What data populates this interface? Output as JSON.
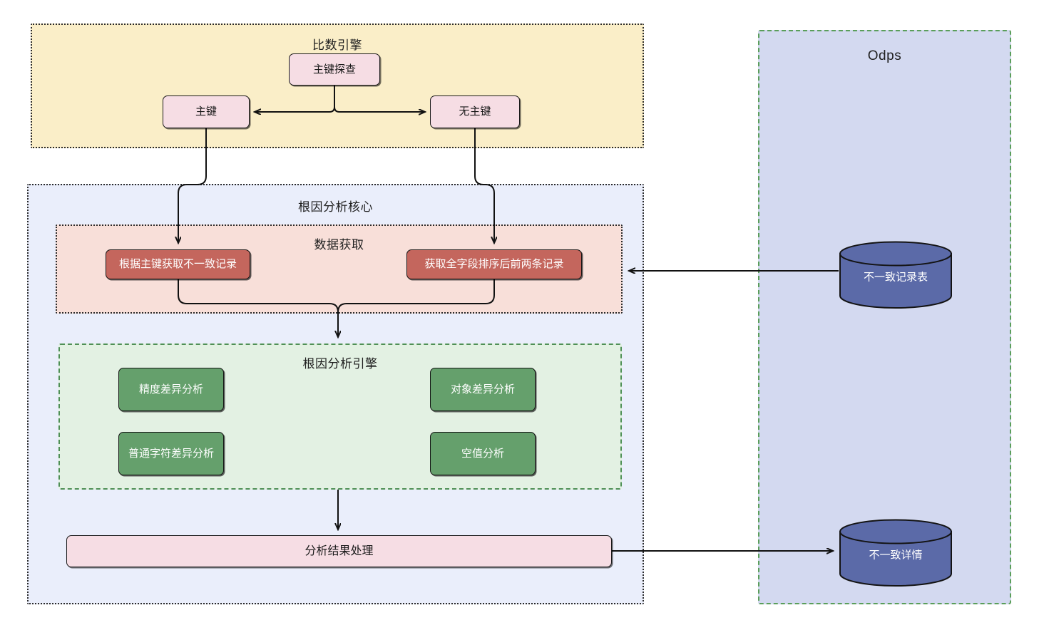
{
  "diagram": {
    "title_compare_engine": "比数引擎",
    "title_core": "根因分析核心",
    "title_fetch": "数据获取",
    "title_engine": "根因分析引擎",
    "title_odps": "Odps"
  },
  "compare_engine": {
    "nodes": [
      {
        "id": "pk-probe",
        "label": "主键探查"
      },
      {
        "id": "pk",
        "label": "主键"
      },
      {
        "id": "no-pk",
        "label": "无主键"
      }
    ]
  },
  "data_fetch": {
    "nodes": [
      {
        "id": "fetch-by-pk",
        "label": "根据主键获取不一致记录"
      },
      {
        "id": "fetch-sorted",
        "label": "获取全字段排序后前两条记录"
      }
    ]
  },
  "analysis_engine": {
    "nodes": [
      {
        "id": "precision-diff",
        "label": "精度差异分析"
      },
      {
        "id": "object-diff",
        "label": "对象差异分析"
      },
      {
        "id": "charset-diff",
        "label": "普通字符差异分析"
      },
      {
        "id": "null-analysis",
        "label": "空值分析"
      }
    ]
  },
  "result": {
    "label": "分析结果处理"
  },
  "odps": {
    "databases": [
      {
        "id": "inconsistent-records-table",
        "label": "不一致记录表"
      },
      {
        "id": "inconsistent-details",
        "label": "不一致详情"
      }
    ]
  },
  "colors": {
    "panel_yellow": "#faeec8",
    "panel_blue": "#eaeefb",
    "panel_pink": "#f8dfd9",
    "panel_green": "#e3f1e3",
    "panel_odps": "#d3d9f0",
    "node_pink": "#f6dde4",
    "node_red": "#c4665d",
    "node_green": "#65a06c",
    "cylinder_blue": "#5b6aa8",
    "edge": "#111111"
  }
}
